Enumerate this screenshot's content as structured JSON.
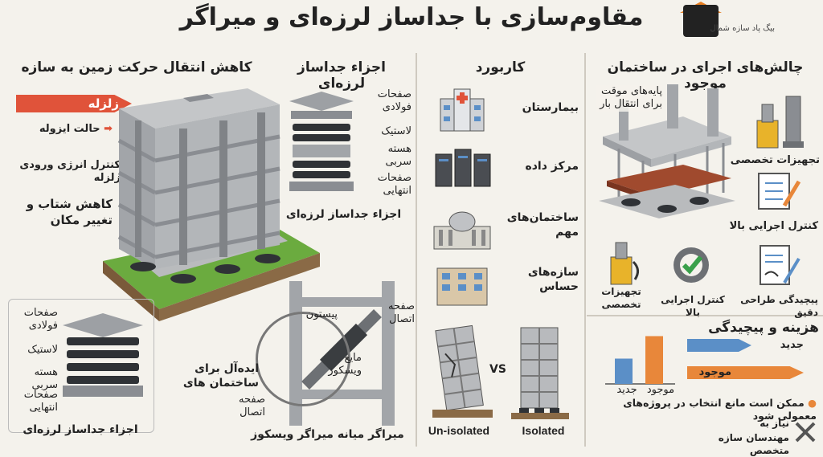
{
  "title": "مقاوم‌سازی با جداساز لرزه‌ای و میراگر",
  "logo_text": "بیگ پاد سازه شمال",
  "left": {
    "header": "کاهش انتقال حرکت زمین به سازه",
    "earthquake_label": "زلزله",
    "isolation_state": "حالت ایزوله",
    "energy_control": "کنترل انرژی ورودی زلزله",
    "accel_reduction_1": "کاهش شتاب و",
    "accel_reduction_2": "تغییر مکان",
    "bearing_labels": [
      "صفحات فولادی",
      "لاستیک",
      "هسته سربی",
      "صفحات انتهایی"
    ],
    "bearing_caption": "اجزاء جداساز لرزه‌ای"
  },
  "components": {
    "header": "اجزاء جداساز لرزه‌ای",
    "labels": [
      "صفحات فولادی",
      "لاستیک",
      "هسته سربی",
      "صفحات انتهایی"
    ],
    "caption": "اجزاء جداساز لرزه‌ای"
  },
  "damper": {
    "piston": "پیستون",
    "fluid": "مایع ویسکوز",
    "plate_top": "صفحه اتصال",
    "plate_bottom": "صفحه اتصال",
    "ideal": "ایده‌آل برای ساختمان‌ های",
    "caption": "میراگر میانه میراگر ویسکوز"
  },
  "usage": {
    "header": "کاربورد",
    "items": [
      "بیمارستان",
      "مرکز داده",
      "ساختمان‌های مهم",
      "سازه‌های حساس"
    ]
  },
  "comparison": {
    "left_label": "Un-isolated",
    "right_label": "Isolated",
    "vs": "VS"
  },
  "challenges": {
    "header": "چالش‌های اجرای در ساختمان موجود",
    "temp_supports": "پایه‌های موقت برای انتقال بار",
    "special_equipment": "تجهیزات تخصصی",
    "high_control": "کنترل اجرایی بالا",
    "special_equipment_2": "تجهیزات تخصصی",
    "precise_control": "کنترل اجرایی بالا",
    "design_complexity": "پیچیدگی طراحی دقیق"
  },
  "cost": {
    "header": "هزینه و پیچیدگی",
    "new_label": "جدید",
    "existing_label": "موجود",
    "bar_new": "جدید",
    "bar_existing": "موجود",
    "chart_values": {
      "new": 0.45,
      "existing": 0.85
    },
    "note": "ممکن است مانع انتخاب در پروژه‌های معمولی شود",
    "expert_1": "نیاز به",
    "expert_2": "مهندسان سازه متخصص"
  },
  "colors": {
    "accent_red": "#e0533a",
    "blue": "#5b8fc7",
    "orange": "#e8873a",
    "steel": "#8a8d92",
    "rust": "#a04a2e",
    "check_green": "#3aa04b"
  }
}
